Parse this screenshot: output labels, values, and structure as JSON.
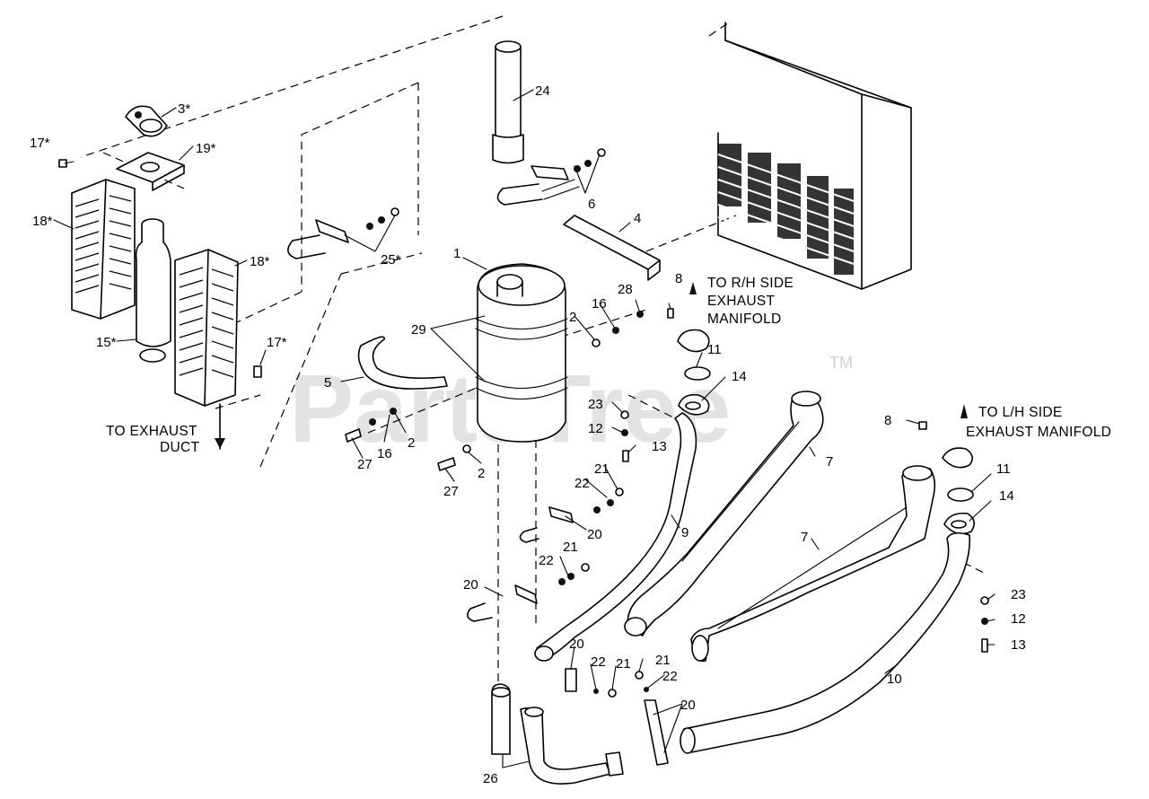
{
  "watermark": {
    "text": "PartsTree",
    "trademark": "TM"
  },
  "notes": {
    "rh_line1": "TO R/H SIDE",
    "rh_line2": "EXHAUST",
    "rh_line3": "MANIFOLD",
    "lh_line1": "TO L/H SIDE",
    "lh_line2": "EXHAUST MANIFOLD",
    "duct_line1": "TO EXHAUST",
    "duct_line2": "DUCT"
  },
  "callouts": {
    "p1": "1",
    "p2a": "2",
    "p2b": "2",
    "p2c": "2",
    "p3": "3*",
    "p4": "4",
    "p5": "5",
    "p6": "6",
    "p7a": "7",
    "p7b": "7",
    "p8a": "8",
    "p8b": "8",
    "p9": "9",
    "p10": "10",
    "p11a": "11",
    "p11b": "11",
    "p12a": "12",
    "p12b": "12",
    "p13a": "13",
    "p13b": "13",
    "p14a": "14",
    "p14b": "14",
    "p15": "15*",
    "p16a": "16",
    "p16b": "16",
    "p17a": "17*",
    "p17b": "17*",
    "p18a": "18*",
    "p18b": "18*",
    "p19": "19*",
    "p20a": "20",
    "p20b": "20",
    "p20c": "20",
    "p20d": "20",
    "p21a": "21",
    "p21b": "21",
    "p21c": "21",
    "p21d": "21",
    "p22a": "22",
    "p22b": "22",
    "p22c": "22",
    "p22d": "22",
    "p23a": "23",
    "p23b": "23",
    "p24": "24",
    "p25": "25*",
    "p26": "26",
    "p27a": "27",
    "p27b": "27",
    "p28": "28",
    "p29": "29"
  }
}
